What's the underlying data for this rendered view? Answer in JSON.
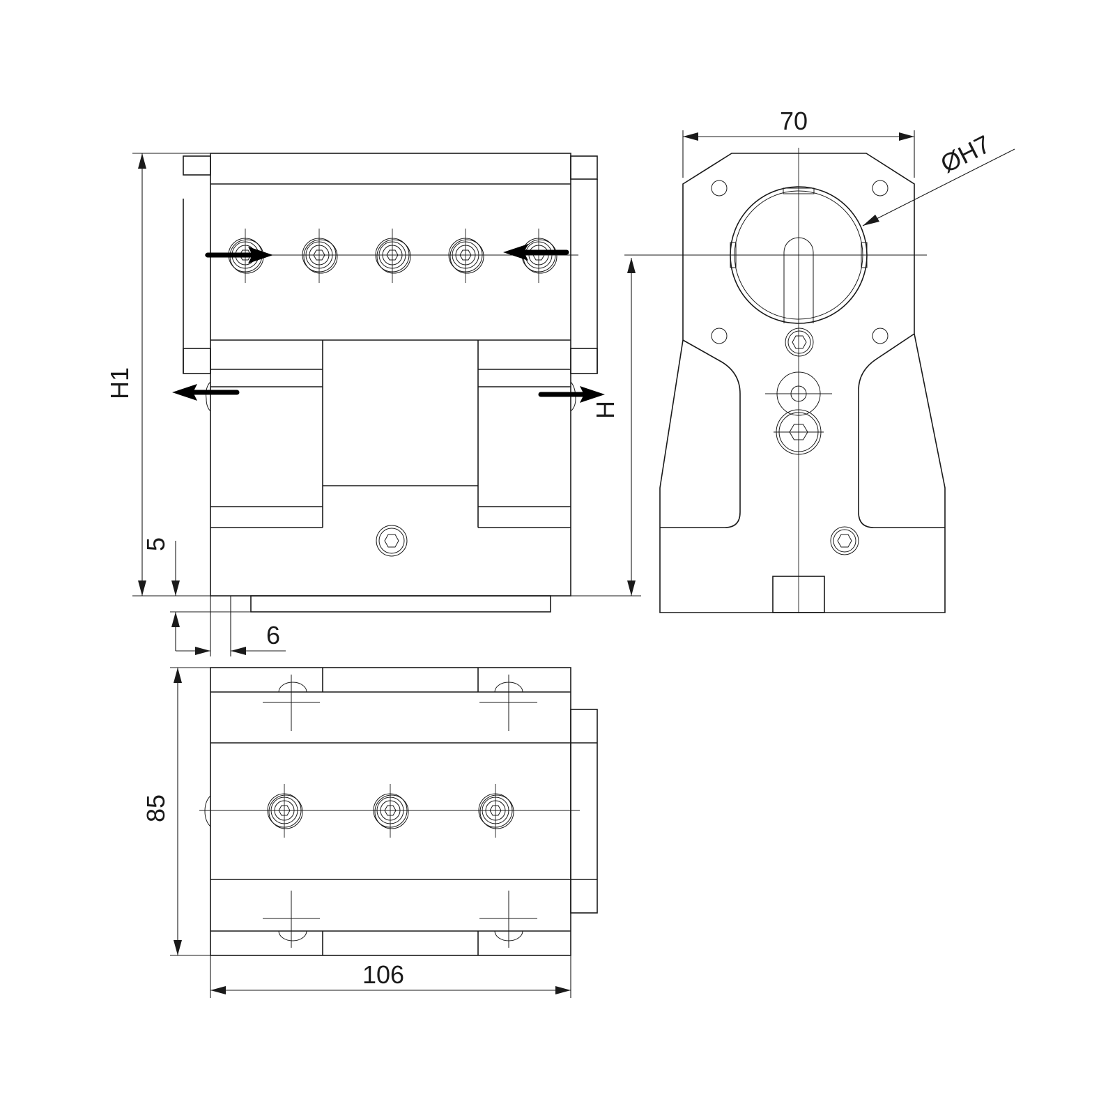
{
  "dimensions": {
    "width_top": "70",
    "bore": "ØH7",
    "height_h1": "H1",
    "height_h": "H",
    "offset_5": "5",
    "offset_6": "6",
    "depth_85": "85",
    "length_106": "106"
  }
}
